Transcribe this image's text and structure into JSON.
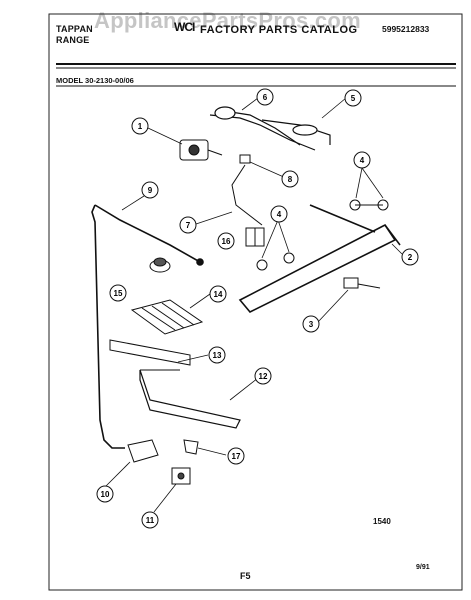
{
  "header": {
    "brand": "TAPPAN",
    "product": "RANGE",
    "catalog_logo": "WCI",
    "catalog_title": "FACTORY PARTS CATALOG",
    "catalog_number": "5995212833",
    "watermark": "AppliancePartsPros.com"
  },
  "model_label": "MODEL 30-2130-00/06",
  "callouts": [
    "1",
    "2",
    "3",
    "4",
    "4",
    "5",
    "6",
    "7",
    "8",
    "9",
    "10",
    "11",
    "12",
    "13",
    "14",
    "15",
    "16",
    "17"
  ],
  "footer": {
    "figure_number": "1540",
    "page_label": "F5",
    "date": "9/91"
  }
}
